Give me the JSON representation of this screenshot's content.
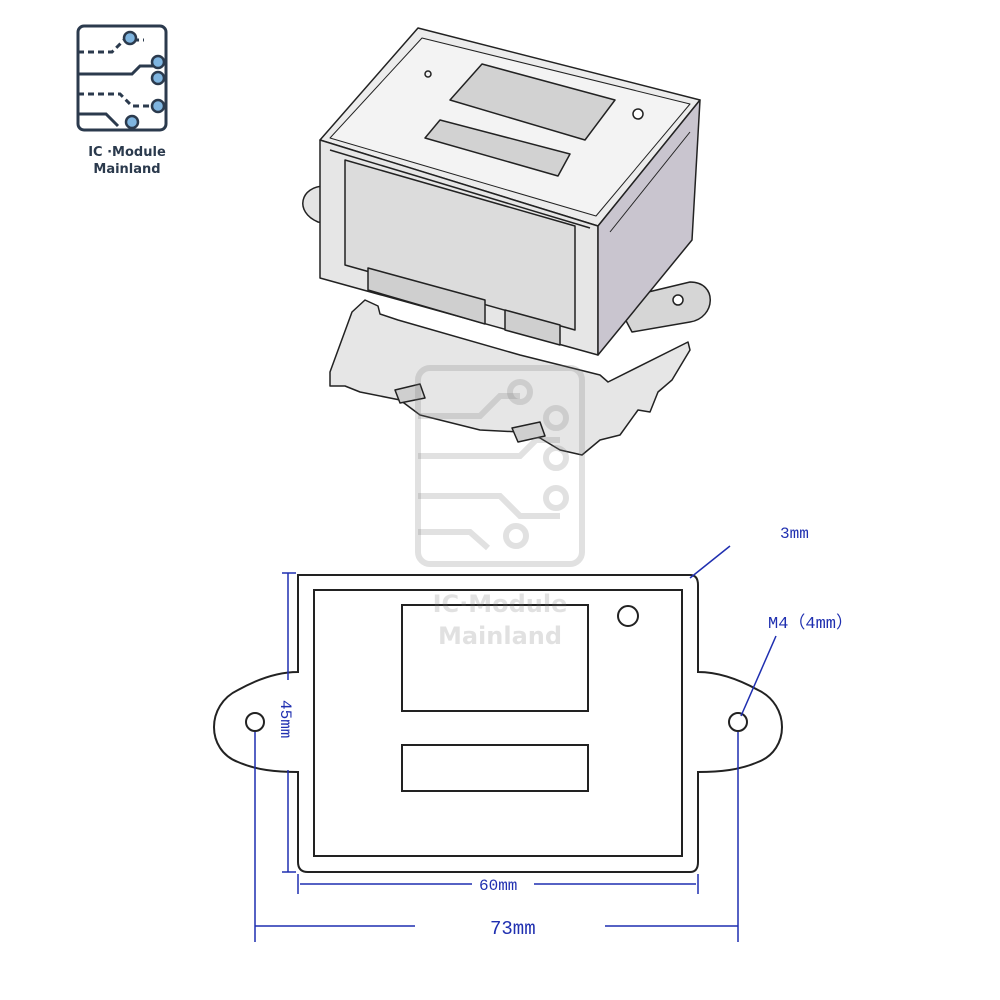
{
  "logo": {
    "line1": "IC ·Module",
    "line2": "Mainland",
    "icon": "circuit-board-icon"
  },
  "watermark": {
    "line1": "IC·Module",
    "line2": "Mainland"
  },
  "dimensions": {
    "corner_radius": "3mm",
    "hole": "M4（4mm）",
    "height": "45mm",
    "inner_width": "60mm",
    "total_width": "73mm"
  },
  "colors": {
    "dimension_line": "#1f2fb0",
    "outline": "#222222",
    "body_shade": "#d9d9d9",
    "side_shade": "#c9c5cf",
    "logo_blue": "#7fb5e0",
    "logo_dark": "#2b3a4d"
  }
}
